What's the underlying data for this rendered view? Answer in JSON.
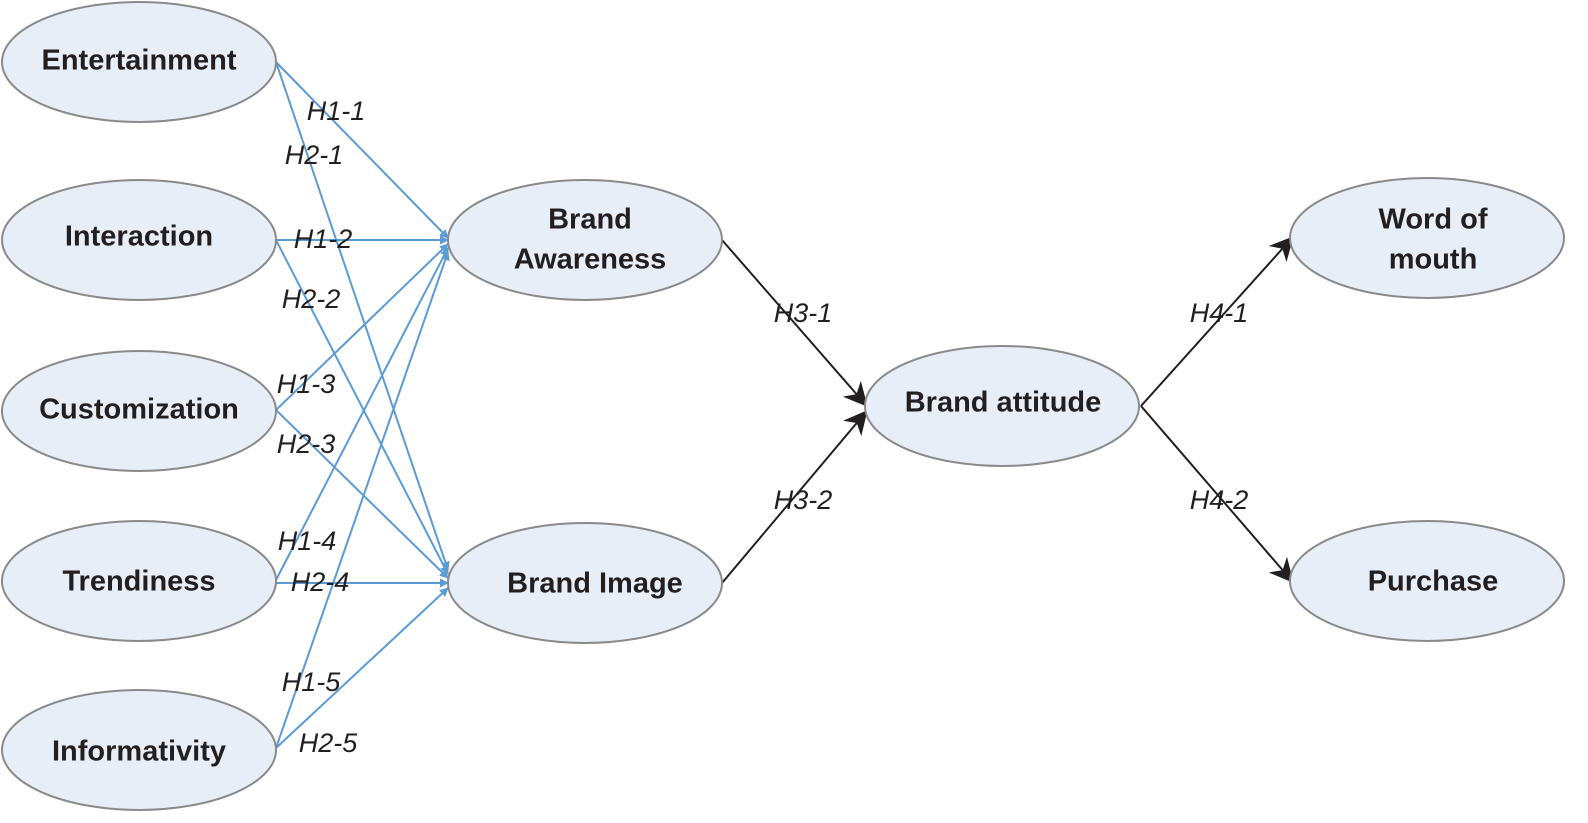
{
  "nodes": {
    "entertainment": "Entertainment",
    "interaction": "Interaction",
    "customization": "Customization",
    "trendiness": "Trendiness",
    "informativity": "Informativity",
    "brand_awareness": [
      "Brand",
      "Awareness"
    ],
    "brand_image": "Brand Image",
    "brand_attitude": "Brand attitude",
    "word_of_mouth": [
      "Word of",
      "mouth"
    ],
    "purchase": "Purchase"
  },
  "hypotheses": {
    "h1_1": "H1-1",
    "h1_2": "H1-2",
    "h1_3": "H1-3",
    "h1_4": "H1-4",
    "h1_5": "H1-5",
    "h2_1": "H2-1",
    "h2_2": "H2-2",
    "h2_3": "H2-3",
    "h2_4": "H2-4",
    "h2_5": "H2-5",
    "h3_1": "H3-1",
    "h3_2": "H3-2",
    "h4_1": "H4-1",
    "h4_2": "H4-2"
  },
  "colors": {
    "node_fill": "#e8eef8",
    "node_stroke": "#8a8a8a",
    "blue_arrow": "#5b9bd5",
    "black_arrow": "#231f20"
  }
}
